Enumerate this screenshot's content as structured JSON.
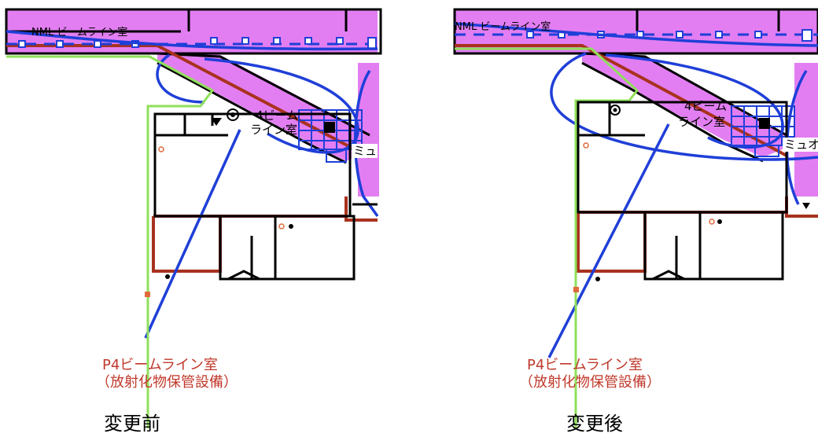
{
  "panels": [
    {
      "caption": "変更前",
      "top_corridor_label": "NML ビームライン室",
      "diag_label_1": "4ビーム",
      "diag_label_2": "ライン室",
      "muon_label": "ミュ",
      "room_label_line1": "P4ビームライン室",
      "room_label_line2": "（放射化物保管設備）"
    },
    {
      "caption": "変更後",
      "top_corridor_label": "NML ビームライン室",
      "diag_label_1": "4ビーム",
      "diag_label_2": "ライン室",
      "muon_label": "ミュオ",
      "room_label_line1": "P4ビームライン室",
      "room_label_line2": "（放射化物保管設備）"
    }
  ],
  "colors": {
    "magenta_zone": "#e27ef2",
    "blue_line": "#1f3fd8",
    "green_boundary": "#8fe05a",
    "red_wall": "#a8321e",
    "wall": "#000000",
    "label_red": "#c0392b",
    "marker_orange": "#e06a3c"
  }
}
